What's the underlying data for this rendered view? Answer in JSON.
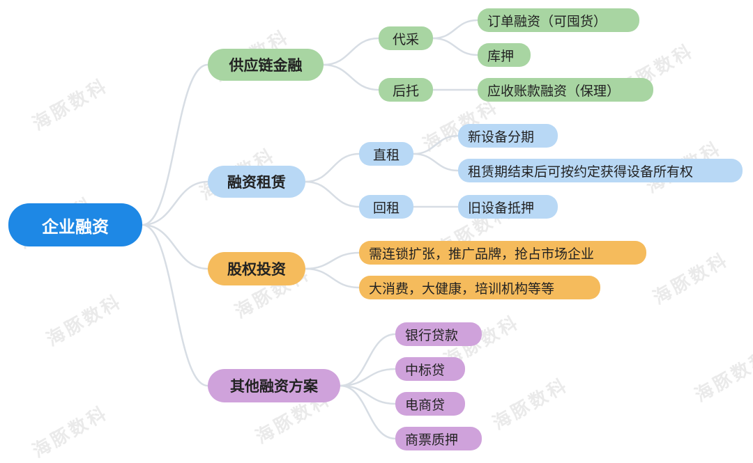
{
  "root": {
    "label": "企业融资"
  },
  "branches": [
    {
      "label": "供应链金融",
      "color": "#a8d5a2",
      "subs": [
        {
          "label": "代采",
          "leaves": [
            "订单融资（可囤货）",
            "库押"
          ]
        },
        {
          "label": "后托",
          "leaves": [
            "应收账款融资（保理）"
          ]
        }
      ]
    },
    {
      "label": "融资租赁",
      "color": "#b8d8f5",
      "subs": [
        {
          "label": "直租",
          "leaves": [
            "新设备分期",
            "租赁期结束后可按约定获得设备所有权"
          ]
        },
        {
          "label": "回租",
          "leaves": [
            "旧设备抵押"
          ]
        }
      ]
    },
    {
      "label": "股权投资",
      "color": "#f5bb5c",
      "leaves": [
        "需连锁扩张，推广品牌，抢占市场企业",
        "大消费，大健康，培训机构等等"
      ]
    },
    {
      "label": "其他融资方案",
      "color": "#cfa2db",
      "leaves": [
        "银行贷款",
        "中标贷",
        "电商贷",
        "商票质押"
      ]
    }
  ],
  "watermark": "海豚数科",
  "colors": {
    "root": "#1e88e5",
    "line": "#d7dde4"
  }
}
